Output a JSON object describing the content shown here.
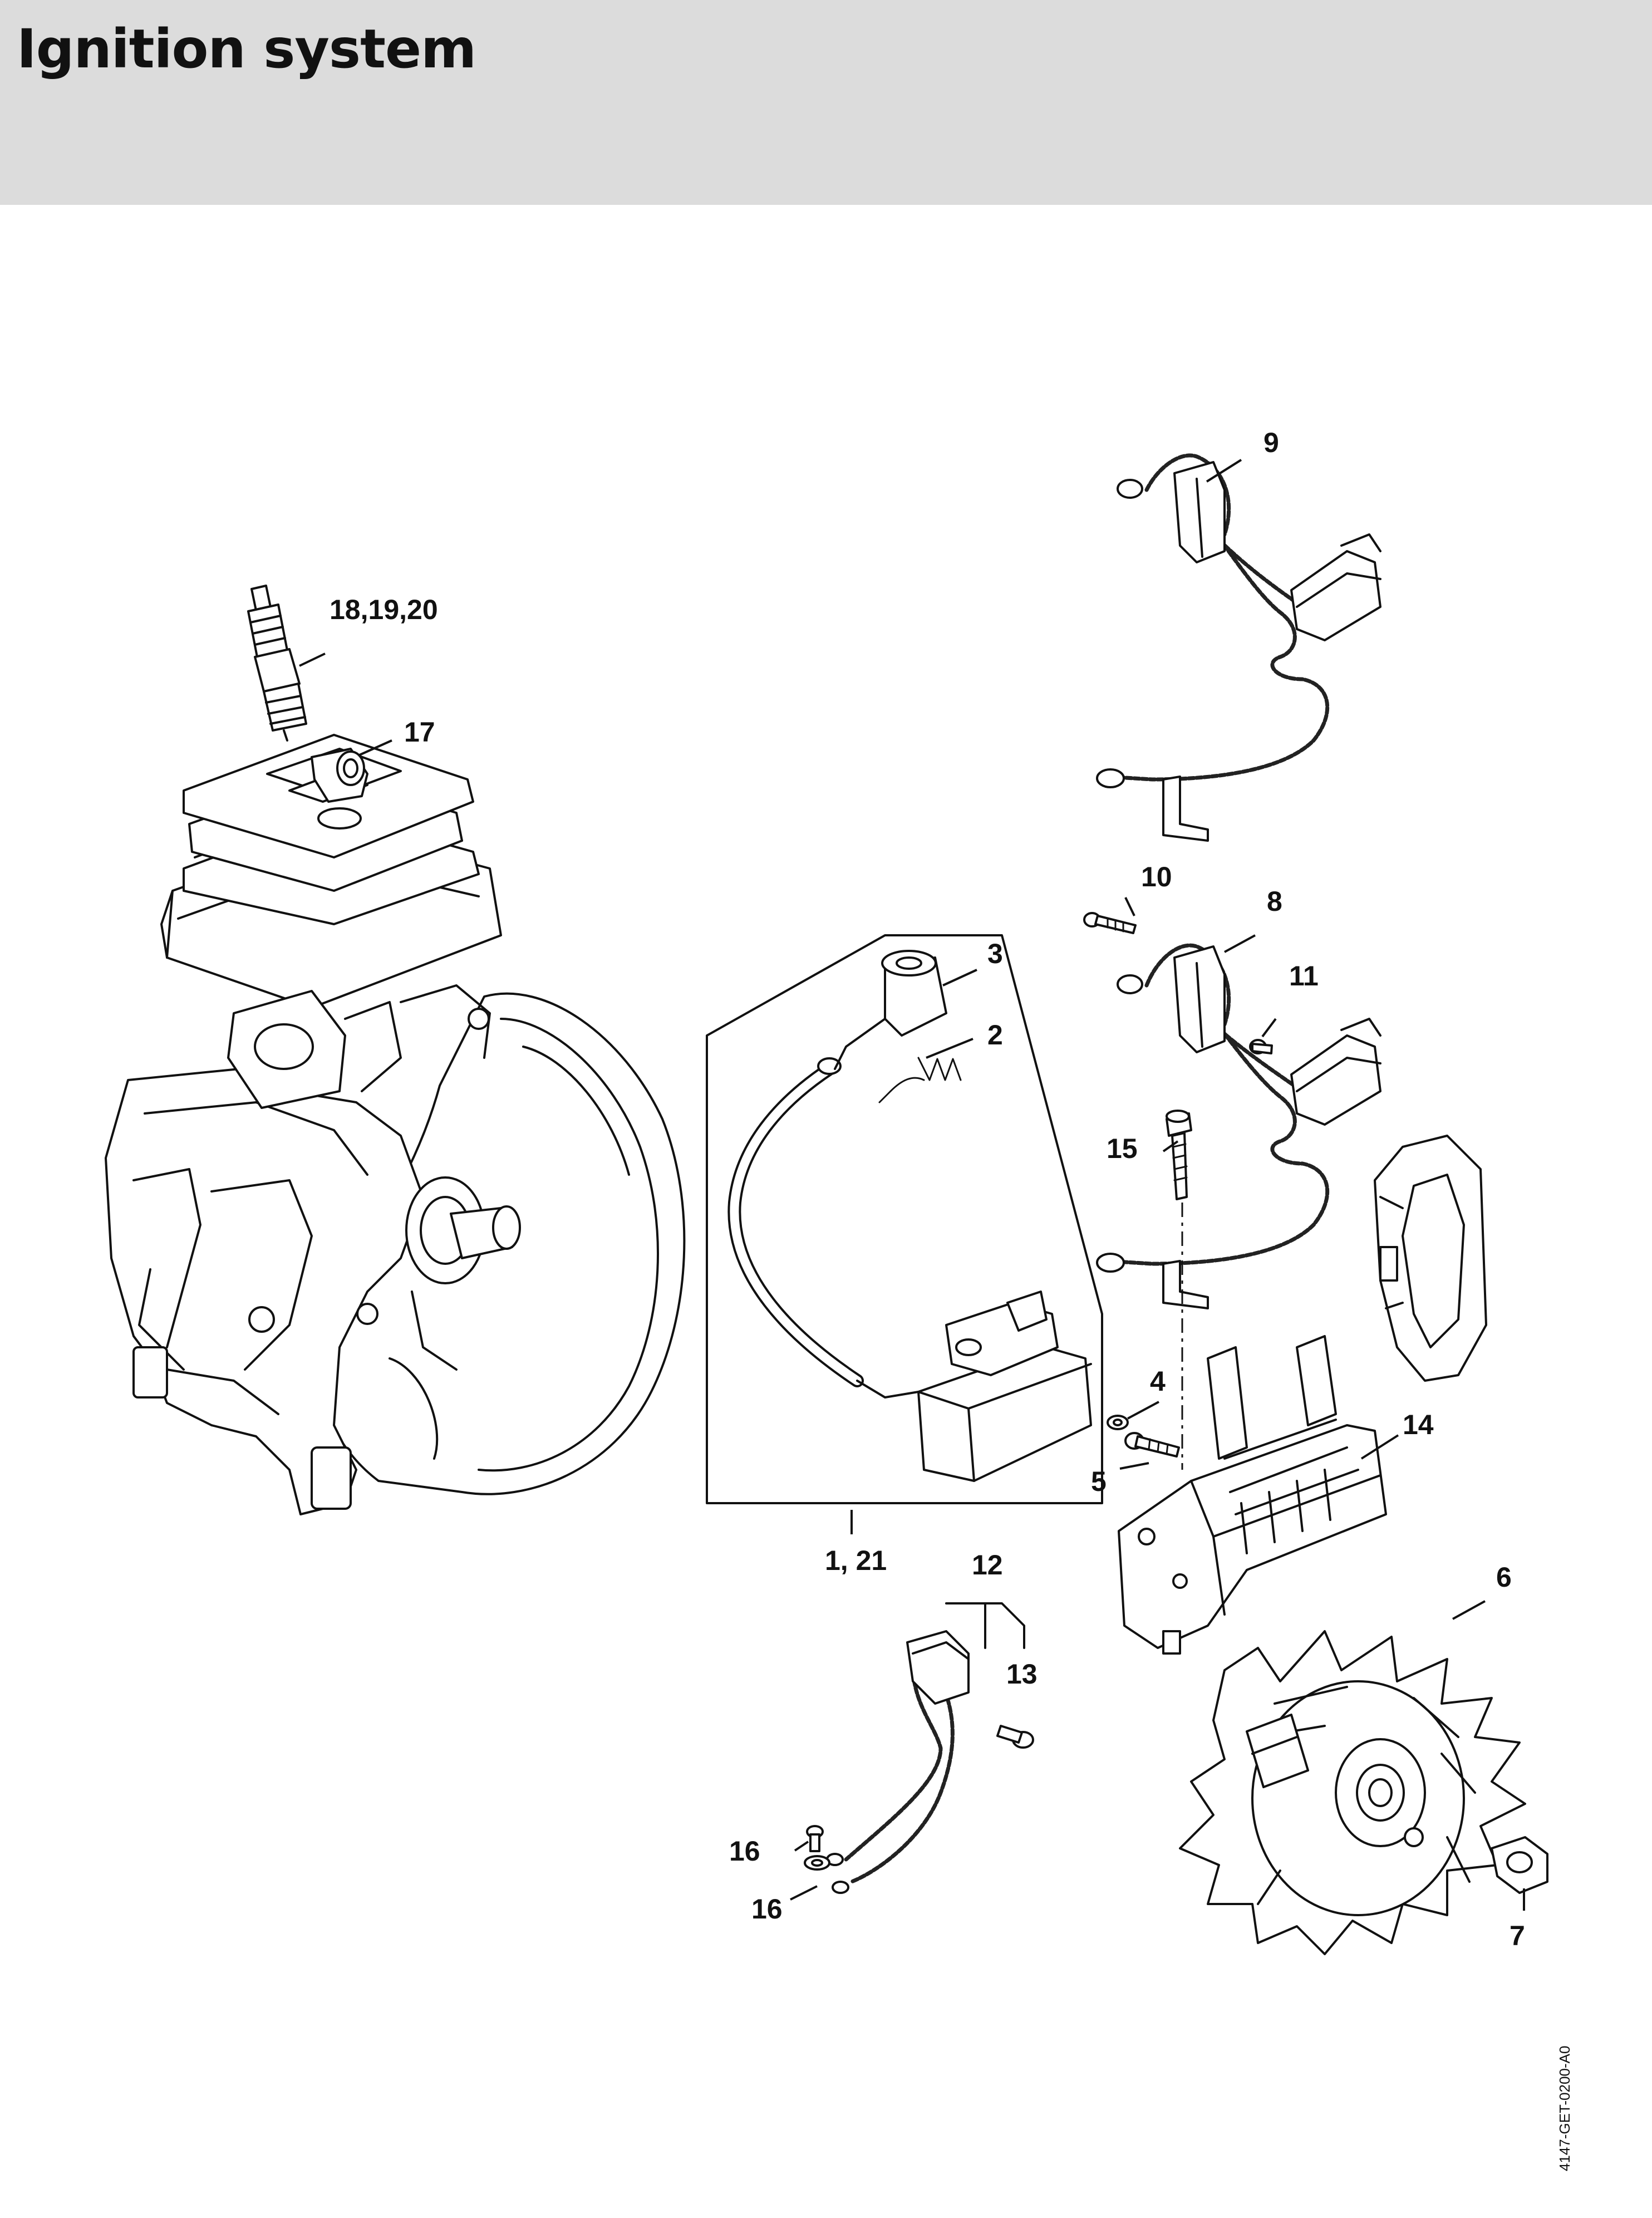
{
  "page": {
    "title": "Ignition system",
    "reference_code": "4147-GET-0200-A0"
  },
  "callouts": {
    "c1": "1, 21",
    "c2": "2",
    "c3": "3",
    "c4": "4",
    "c5": "5",
    "c6": "6",
    "c7": "7",
    "c8": "8",
    "c9": "9",
    "c10": "10",
    "c11": "11",
    "c12": "12",
    "c13": "13",
    "c14": "14",
    "c15": "15",
    "c16a": "16",
    "c16b": "16",
    "c17": "17",
    "c18": "18,19,20"
  }
}
